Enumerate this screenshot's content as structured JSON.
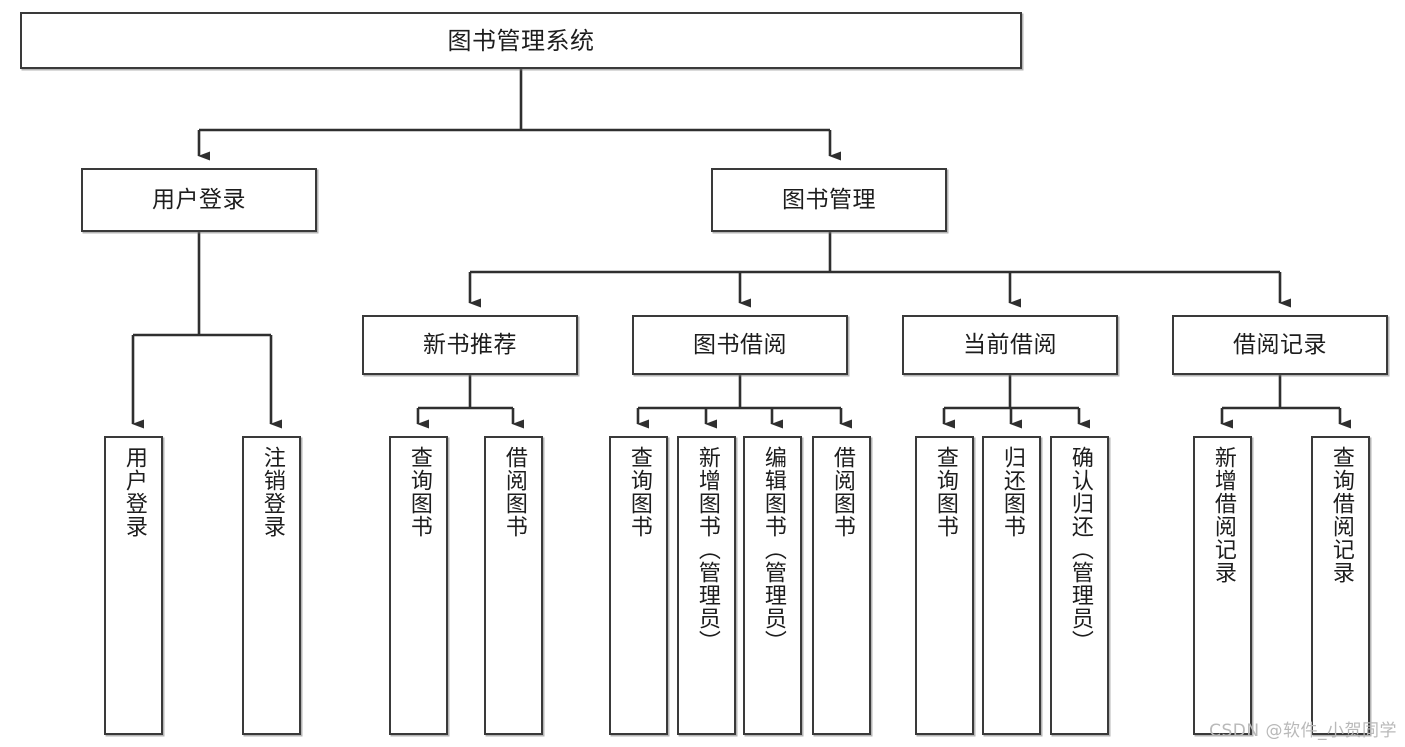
{
  "diagram": {
    "title": "图书管理系统",
    "type": "tree",
    "stroke_color": "#3a3a3a",
    "background_color": "#ffffff",
    "root": {
      "label": "图书管理系统"
    },
    "level2": [
      {
        "label": "用户登录"
      },
      {
        "label": "图书管理"
      }
    ],
    "level3": [
      {
        "label": "新书推荐"
      },
      {
        "label": "图书借阅"
      },
      {
        "label": "当前借阅"
      },
      {
        "label": "借阅记录"
      }
    ],
    "leaves": {
      "user_login": [
        {
          "label": "用户登录"
        },
        {
          "label": "注销登录"
        }
      ],
      "new_book_recommend": [
        {
          "label": "查询图书"
        },
        {
          "label": "借阅图书"
        }
      ],
      "book_borrow": [
        {
          "label": "查询图书"
        },
        {
          "label": "新增图书（管理员）"
        },
        {
          "label": "编辑图书（管理员）"
        },
        {
          "label": "借阅图书"
        }
      ],
      "current_borrow": [
        {
          "label": "查询图书"
        },
        {
          "label": "归还图书"
        },
        {
          "label": "确认归还（管理员）"
        }
      ],
      "borrow_record": [
        {
          "label": "新增借阅记录"
        },
        {
          "label": "查询借阅记录"
        }
      ]
    }
  },
  "watermark": {
    "text": "CSDN @软件_小贺同学"
  }
}
